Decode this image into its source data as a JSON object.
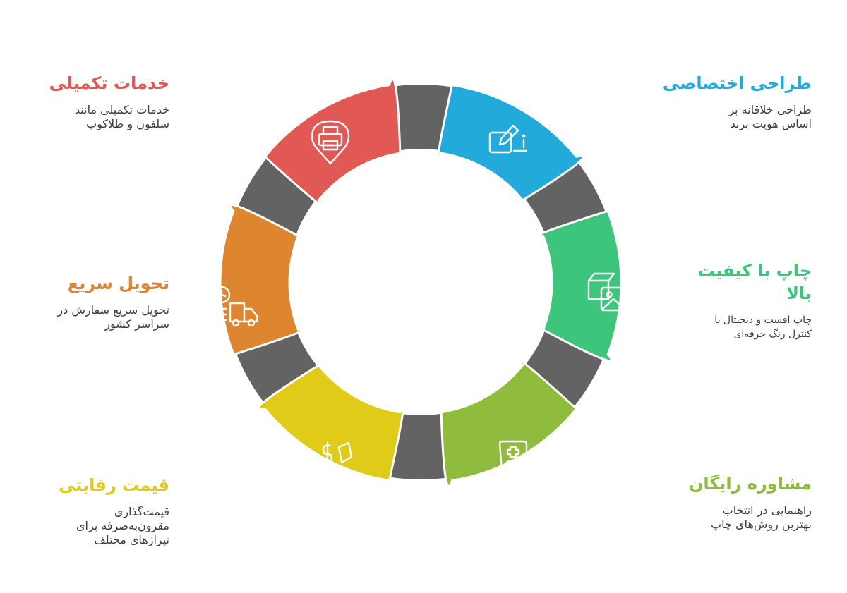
{
  "colors": {
    "ring": "#636363",
    "outline": "#ffffff"
  },
  "items": [
    {
      "id": "design",
      "title": "طراحی اختصاصی",
      "description": [
        "طراحی خلاقانه بر",
        "اساس هویت برند"
      ],
      "color": "#22aadb",
      "icon": "design-pencil-icon"
    },
    {
      "id": "quality",
      "title": [
        "چاپ با کیفیت",
        "بالا"
      ],
      "description": [
        "چاپ افست و دیجیتال با",
        "کنترل رنگ حرفه‌ای"
      ],
      "color": "#3dc57c",
      "icon": "print-image-icon"
    },
    {
      "id": "consult",
      "title": "مشاوره رایگان",
      "description": [
        "راهنمایی در انتخاب",
        "بهترین روش‌های چاپ"
      ],
      "color": "#8fbc3c",
      "icon": "consultation-icon"
    },
    {
      "id": "price",
      "title": "قیمت رقابتی",
      "description": [
        "قیمت‌گذاری",
        "مقرون‌به‌صرفه برای",
        "تیراژهای مختلف"
      ],
      "color": "#dfcb18",
      "icon": "price-drop-icon"
    },
    {
      "id": "delivery",
      "title": "تحویل سریع",
      "description": [
        "تحویل سریع سفارش در",
        "سراسر کشور"
      ],
      "color": "#de8530",
      "icon": "delivery-truck-icon"
    },
    {
      "id": "extras",
      "title": "خدمات تکمیلی",
      "description": [
        "خدمات تکمیلی مانند",
        "سلفون و طلاکوب"
      ],
      "color": "#e25854",
      "icon": "printer-pin-icon"
    }
  ]
}
